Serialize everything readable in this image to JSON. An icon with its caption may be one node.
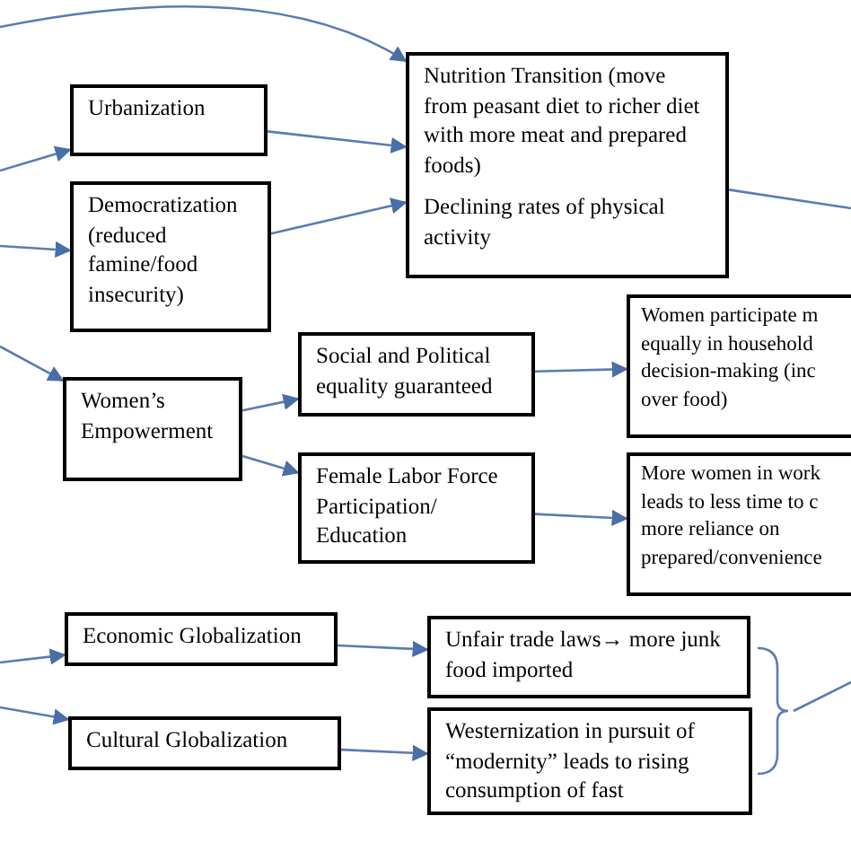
{
  "diagram": {
    "nodes": [
      {
        "text": [
          "Nutrition Transition (move from peasant diet to richer diet with more meat and prepared foods)",
          "Declining rates of physical activity"
        ]
      },
      {
        "text": [
          "Urbanization"
        ]
      },
      {
        "text": [
          "Democratization (reduced famine/food insecurity)"
        ]
      },
      {
        "text": [
          "Women participate m equally in household decision-making (inc over food)"
        ]
      },
      {
        "text": [
          "Social and Political equality guaranteed"
        ]
      },
      {
        "text": [
          "Women’s Empowerment"
        ]
      },
      {
        "text": [
          "Female Labor Force Participation/ Education"
        ]
      },
      {
        "text": [
          "More women in work leads to less time to c more reliance on prepared/convenience"
        ]
      },
      {
        "text": [
          "Economic Globalization"
        ]
      },
      {
        "text": [
          "Unfair trade laws→ more junk food imported"
        ]
      },
      {
        "text": [
          "Cultural Globalization"
        ]
      },
      {
        "text": [
          "Westernization in pursuit of “modernity” leads to rising consumption of fast"
        ]
      }
    ],
    "edges": [
      {
        "from": null,
        "to": 1,
        "arrow": "to"
      },
      {
        "from": null,
        "to": 2,
        "arrow": "to"
      },
      {
        "from": null,
        "to": 0,
        "arrow": "to"
      },
      {
        "from": 1,
        "to": 0,
        "arrow": "to"
      },
      {
        "from": 2,
        "to": 0,
        "arrow": "to"
      },
      {
        "from": 0,
        "to": null,
        "arrow": "none"
      },
      {
        "from": null,
        "to": 5,
        "arrow": "to"
      },
      {
        "from": 5,
        "to": 4,
        "arrow": "to"
      },
      {
        "from": 5,
        "to": 6,
        "arrow": "to"
      },
      {
        "from": 4,
        "to": 3,
        "arrow": "to"
      },
      {
        "from": 6,
        "to": 7,
        "arrow": "to"
      },
      {
        "from": null,
        "to": 8,
        "arrow": "to"
      },
      {
        "from": null,
        "to": 10,
        "arrow": "to"
      },
      {
        "from": 8,
        "to": 9,
        "arrow": "to"
      },
      {
        "from": 10,
        "to": 11,
        "arrow": "to"
      }
    ]
  }
}
